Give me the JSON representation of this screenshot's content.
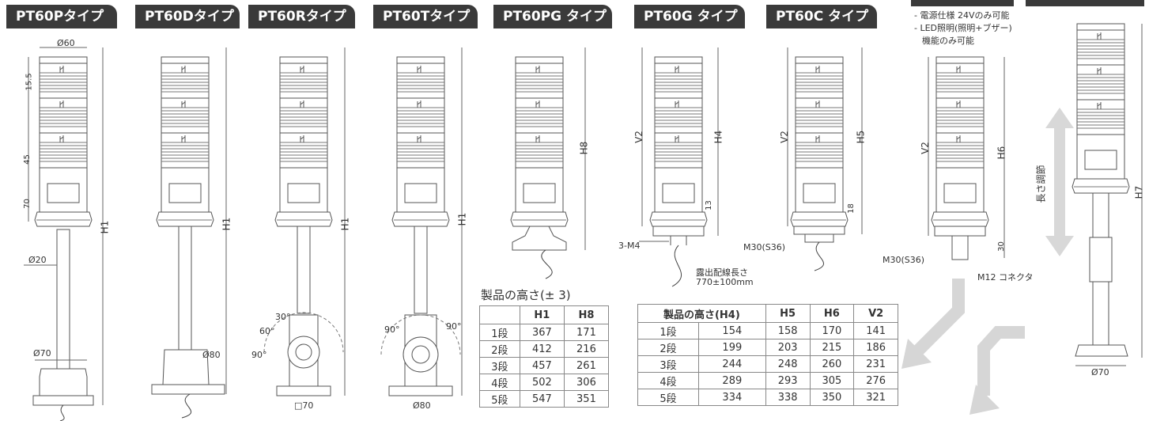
{
  "tabs": [
    "PT60Pタイプ",
    "PT60Dタイプ",
    "PT60Rタイプ",
    "PT60Tタイプ",
    "PT60PG タイプ",
    "PT60G タイプ",
    "PT60C タイプ"
  ],
  "notes": [
    "- 電源仕様 24Vのみ可能",
    "- LED照明(照明+ブザー)",
    "機能のみ可能"
  ],
  "dimensions": {
    "d60": "Ø60",
    "d155": "15.5",
    "d45": "45",
    "d70": "70",
    "d20": "Ø20",
    "d70b": "Ø70",
    "d80": "Ø80",
    "d80b": "Ø80",
    "sq70": "□70",
    "d70c": "Ø70",
    "h1": "H1",
    "h4": "H4",
    "h5": "H5",
    "h6": "H6",
    "h7": "H7",
    "h8": "H8",
    "v2": "V2",
    "d13": "13",
    "d18": "18",
    "d30": "30",
    "deg60": "60°",
    "deg30": "30°",
    "deg90a": "90°",
    "deg90b": "90°",
    "deg90c": "90°"
  },
  "callouts": {
    "m4": "3-M4",
    "cable": "露出配線長さ",
    "cable_len": "770±100mm",
    "m30a": "M30(S36)",
    "m30b": "M30(S36)",
    "m12": "M12 コネクタ",
    "adjust": "長さ調節"
  },
  "table1": {
    "caption": "製品の高さ(± 3)",
    "headers": [
      "",
      "H1",
      "H8"
    ],
    "rows": [
      [
        "1段",
        "367",
        "171"
      ],
      [
        "2段",
        "412",
        "216"
      ],
      [
        "3段",
        "457",
        "261"
      ],
      [
        "4段",
        "502",
        "306"
      ],
      [
        "5段",
        "547",
        "351"
      ]
    ]
  },
  "table2": {
    "headers": [
      "製品の高さ(H4)",
      "H5",
      "H6",
      "V2"
    ],
    "rows": [
      [
        "1段",
        "154",
        "158",
        "170",
        "141"
      ],
      [
        "2段",
        "199",
        "203",
        "215",
        "186"
      ],
      [
        "3段",
        "244",
        "248",
        "260",
        "231"
      ],
      [
        "4段",
        "289",
        "293",
        "305",
        "276"
      ],
      [
        "5段",
        "334",
        "338",
        "350",
        "321"
      ]
    ]
  }
}
